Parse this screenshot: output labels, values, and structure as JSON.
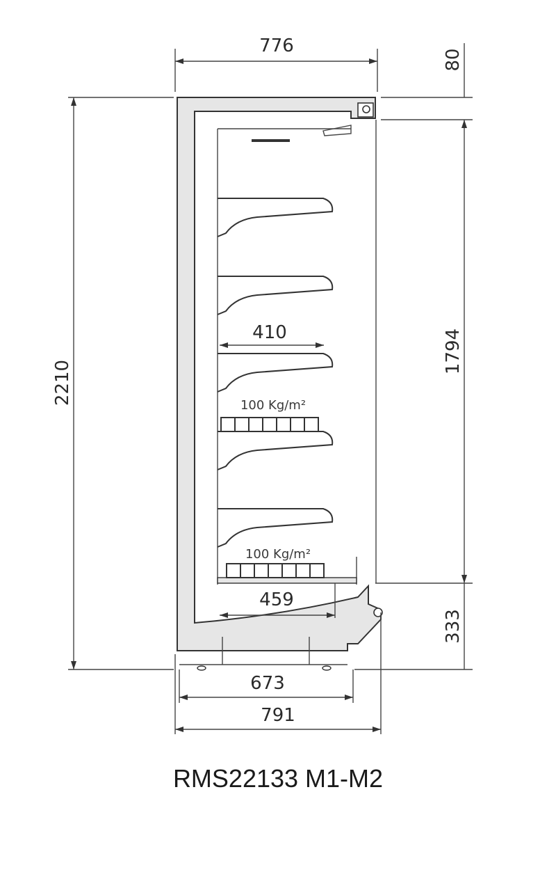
{
  "dimensions": {
    "overall_depth_top": "776",
    "top_clearance": "80",
    "overall_height": "2210",
    "display_height": "1794",
    "shelf_depth": "410",
    "bottom_depth": "459",
    "base_height": "333",
    "footprint_depth": "673",
    "overall_depth_bottom": "791"
  },
  "load_ratings": {
    "shelf": "100 Kg/m²",
    "bottom": "100 Kg/m²"
  },
  "caption": "RMS22133  M1-M2"
}
